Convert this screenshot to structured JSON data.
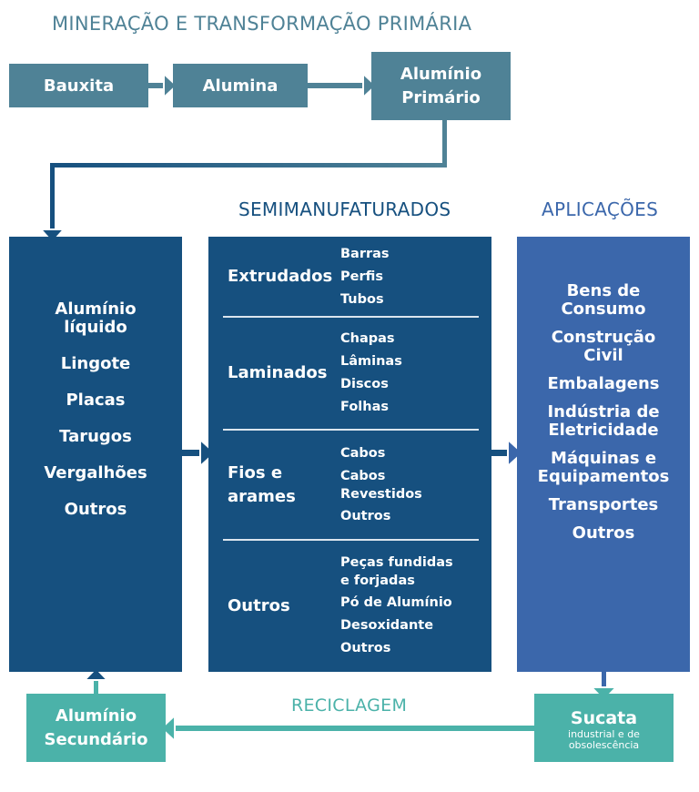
{
  "headers": {
    "mining": "MINERAÇÃO E TRANSFORMAÇÃO PRIMÁRIA",
    "semi": "SEMIMANUFATURADOS",
    "applications": "APLICAÇÕES",
    "recycling": "RECICLAGEM"
  },
  "primary_chain": {
    "bauxite": "Bauxita",
    "alumina": "Alumina",
    "primary_aluminum": [
      "Alumínio",
      "Primário"
    ]
  },
  "primary_products": {
    "items": [
      [
        "Alumínio",
        "líquido"
      ],
      [
        "Lingote"
      ],
      [
        "Placas"
      ],
      [
        "Tarugos"
      ],
      [
        "Vergalhões"
      ],
      [
        "Outros"
      ]
    ]
  },
  "semimanufactured": {
    "groups": [
      {
        "category": [
          "Extrudados"
        ],
        "items": [
          [
            "Barras"
          ],
          [
            "Perfis"
          ],
          [
            "Tubos"
          ]
        ]
      },
      {
        "category": [
          "Laminados"
        ],
        "items": [
          [
            "Chapas"
          ],
          [
            "Lâminas"
          ],
          [
            "Discos"
          ],
          [
            "Folhas"
          ]
        ]
      },
      {
        "category": [
          "Fios e",
          "arames"
        ],
        "items": [
          [
            "Cabos"
          ],
          [
            "Cabos",
            "Revestidos"
          ],
          [
            "Outros"
          ]
        ]
      },
      {
        "category": [
          "Outros"
        ],
        "items": [
          [
            "Peças fundidas",
            "e forjadas"
          ],
          [
            "Pó de Alumínio"
          ],
          [
            "Desoxidante"
          ],
          [
            "Outros"
          ]
        ]
      }
    ]
  },
  "applications": {
    "items": [
      [
        "Bens de",
        "Consumo"
      ],
      [
        "Construção",
        "Civil"
      ],
      [
        "Embalagens"
      ],
      [
        "Indústria de",
        "Eletricidade"
      ],
      [
        "Máquinas e",
        "Equipamentos"
      ],
      [
        "Transportes"
      ],
      [
        "Outros"
      ]
    ]
  },
  "recycling": {
    "secondary_aluminum": [
      "Alumínio",
      "Secundário"
    ],
    "scrap_title": "Sucata",
    "scrap_subtitle": [
      "industrial e de",
      "obsolescência"
    ]
  },
  "colors": {
    "mining_title": "#4f8296",
    "mining_box": "#4f8296",
    "navy_box": "#16507f",
    "applications_box": "#3b67ab",
    "semi_title": "#16507f",
    "applications_title": "#3b67ab",
    "recycling": "#4bb2a9"
  }
}
